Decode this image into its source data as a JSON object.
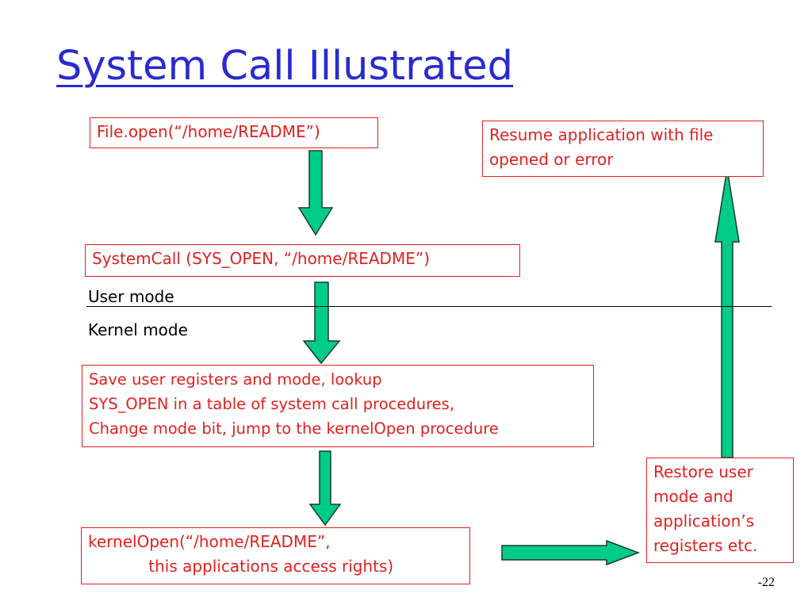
{
  "title": "System Call Illustrated",
  "boxes": {
    "file_open": "File.open(“/home/README”)",
    "system_call": "SystemCall (SYS_OPEN, “/home/README”)",
    "save_registers": "Save user registers and mode, lookup\nSYS_OPEN in a table of system call procedures,\nChange mode bit, jump to the kernelOpen procedure",
    "kernel_open": "kernelOpen(“/home/README”,\n            this applications access rights)",
    "restore": "Restore user\nmode and\napplication’s\nregisters etc.",
    "resume": "Resume application with file\nopened or error"
  },
  "labels": {
    "user_mode": "User mode",
    "kernel_mode": "Kernel mode"
  },
  "page_number": "-22",
  "colors": {
    "title": "#2a2ad0",
    "box_border_and_text": "#e0211f",
    "arrow_fill": "#00cc88",
    "arrow_stroke": "#1a3a2a"
  }
}
